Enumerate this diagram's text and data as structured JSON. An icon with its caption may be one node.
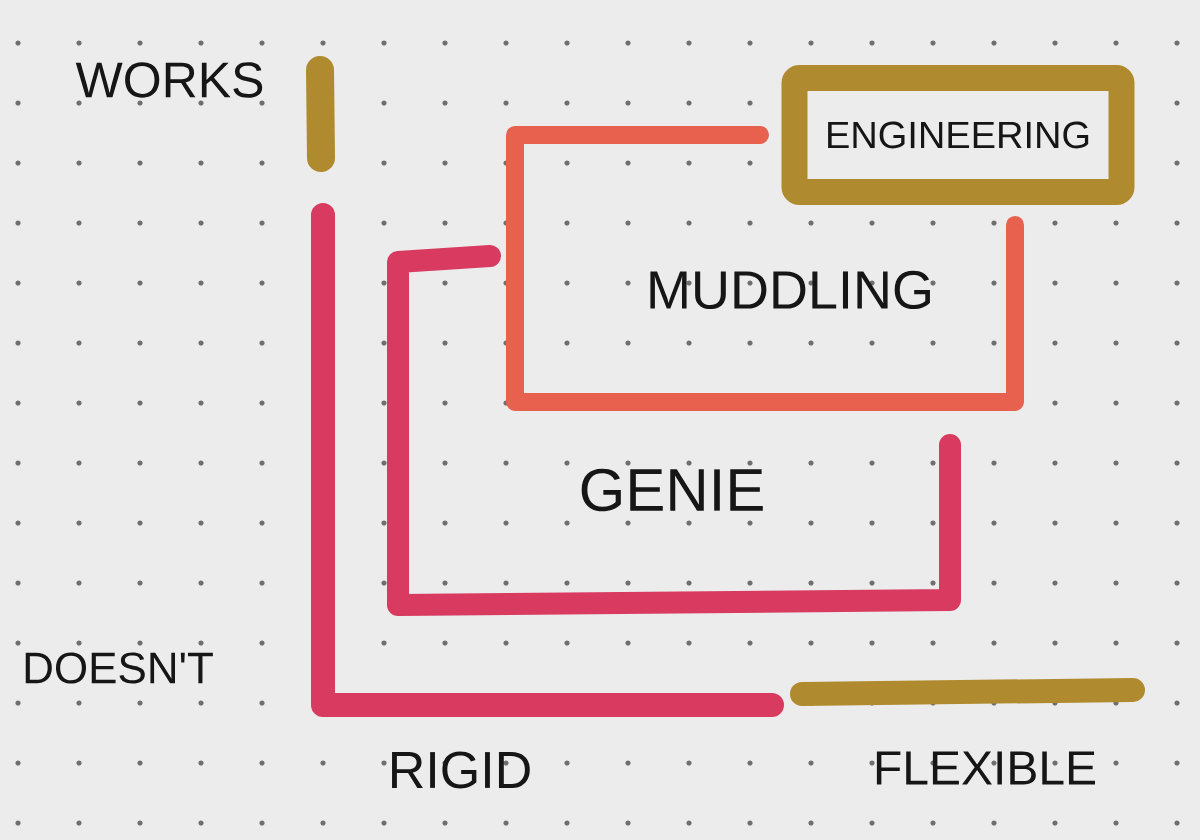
{
  "diagram": {
    "nodes": [
      {
        "text": [
          "ENGINEERING"
        ]
      },
      {
        "text": [
          "MUDDLING"
        ]
      },
      {
        "text": [
          "GENIE"
        ]
      }
    ],
    "labels": [
      "WORKS",
      "DOESN'T",
      "RIGID",
      "FLEXIBLE"
    ]
  }
}
